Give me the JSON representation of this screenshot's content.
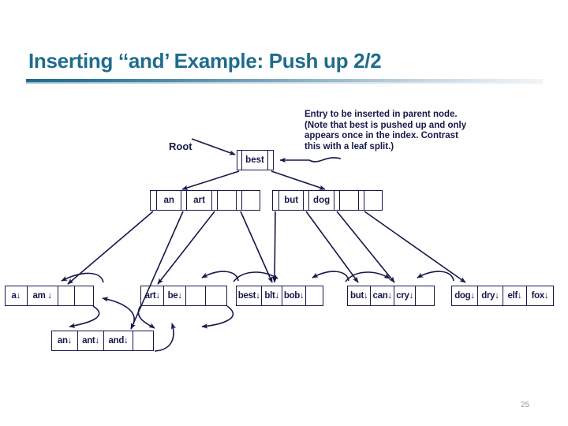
{
  "slide": {
    "title": "Inserting ‘‘and’ Example: Push up 2/2",
    "page_number": "25",
    "accent_color": "#1F6C8C",
    "ink_color": "#17184B"
  },
  "note": {
    "line1": "Entry to be inserted in parent node.",
    "line2": "(Note that best is pushed up and only",
    "line3": "appears once in the index. Contrast",
    "line4": "this with a leaf split.)"
  },
  "labels": {
    "root": "Root"
  },
  "tree": {
    "root_node": {
      "name": "root-node",
      "keys": [
        "best"
      ]
    },
    "internal_nodes": [
      {
        "name": "internal-node-left",
        "keys": [
          "an",
          "art",
          "",
          ""
        ]
      },
      {
        "name": "internal-node-right",
        "keys": [
          "but",
          "dog",
          "",
          ""
        ]
      }
    ],
    "leaf_nodes": [
      {
        "name": "leaf-node-1",
        "entries": [
          "a↓",
          "am ↓",
          "",
          ""
        ]
      },
      {
        "name": "leaf-node-2",
        "entries": [
          "art↓",
          "be↓",
          "",
          ""
        ]
      },
      {
        "name": "leaf-node-3",
        "entries": [
          "best↓",
          "blt↓",
          "bob↓",
          ""
        ]
      },
      {
        "name": "leaf-node-4",
        "entries": [
          "but↓",
          "can↓",
          "cry↓",
          ""
        ]
      },
      {
        "name": "leaf-node-5",
        "entries": [
          "dog↓",
          "dry↓",
          "elf↓",
          "fox↓"
        ]
      },
      {
        "name": "leaf-node-6",
        "entries": [
          "an↓",
          "ant↓",
          "and↓",
          ""
        ]
      }
    ]
  }
}
